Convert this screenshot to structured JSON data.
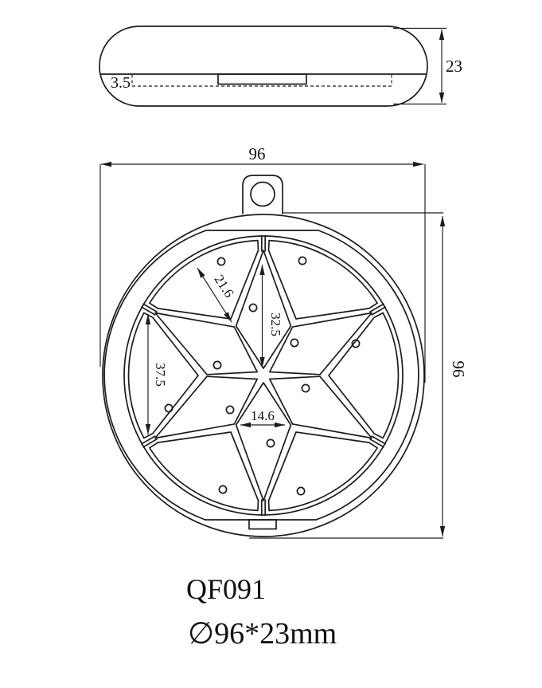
{
  "drawing": {
    "part_number": "QF091",
    "size_label": "∅96*23mm",
    "top_view": {
      "height_dim": "23",
      "depth_dim": "3.5"
    },
    "front_view": {
      "width_dim": "96",
      "height_dim": "96",
      "arm_width_dim": "21.6",
      "arm_length_dim": "32.5",
      "left_span_dim": "37.5",
      "bottom_width_dim": "14.6"
    }
  },
  "colors": {
    "line": "#1c1c1c",
    "background": "#ffffff"
  }
}
